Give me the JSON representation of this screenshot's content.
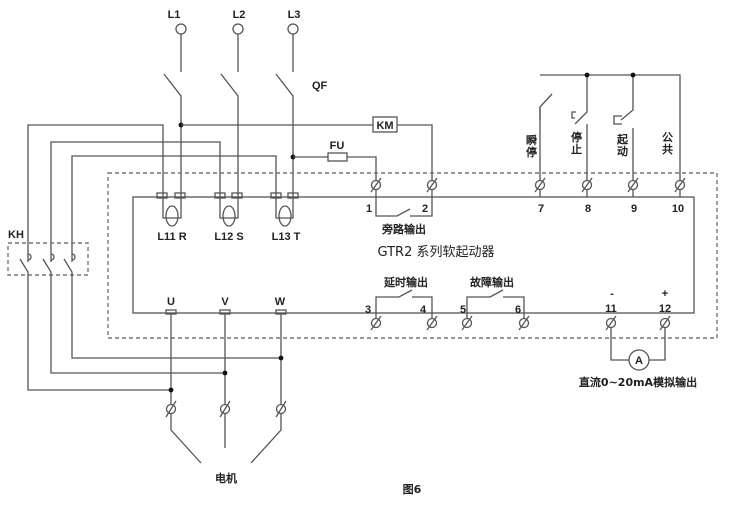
{
  "diagram": {
    "title": "GTR2 系列软起动器",
    "figure_label": "图6",
    "supply": {
      "phases": [
        "L1",
        "L2",
        "L3"
      ],
      "breaker_label": "QF"
    },
    "contactor_label": "KM",
    "fuse_label": "FU",
    "overload_relay_label": "KH",
    "input_terminals": [
      "L11 R",
      "L12 S",
      "L13 T"
    ],
    "output_terminals": [
      "U",
      "V",
      "W"
    ],
    "motor_label": "电机",
    "bypass_output": {
      "label": "旁路输出",
      "terminals": [
        "1",
        "2"
      ]
    },
    "delay_output": {
      "label": "延时输出",
      "terminals": [
        "3",
        "4"
      ]
    },
    "fault_output": {
      "label": "故障输出",
      "terminals": [
        "5",
        "6"
      ]
    },
    "control_inputs": [
      {
        "terminal": "7",
        "label": "瞬停"
      },
      {
        "terminal": "8",
        "label": "停止"
      },
      {
        "terminal": "9",
        "label": "起动"
      },
      {
        "terminal": "10",
        "label": "公共"
      }
    ],
    "analog_output": {
      "terminals": [
        "11",
        "12"
      ],
      "polarity": [
        "-",
        "+"
      ],
      "meter_symbol": "A",
      "label": "直流0~20mA模拟输出"
    }
  }
}
